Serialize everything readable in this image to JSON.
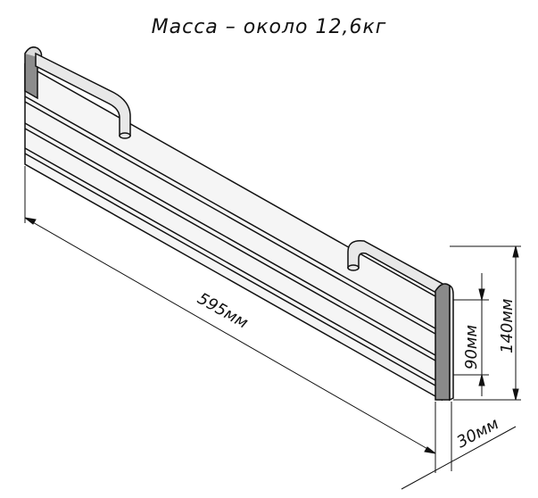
{
  "title": "Масса – около 12,6кг",
  "dimensions": {
    "length": "595мм",
    "height_total": "140мм",
    "height_panel": "90мм",
    "thickness": "30мм"
  },
  "colors": {
    "line": "#111111",
    "panel": "#f4f4f4",
    "post": "#8a8a8a",
    "rail": "#e6e6e6"
  }
}
